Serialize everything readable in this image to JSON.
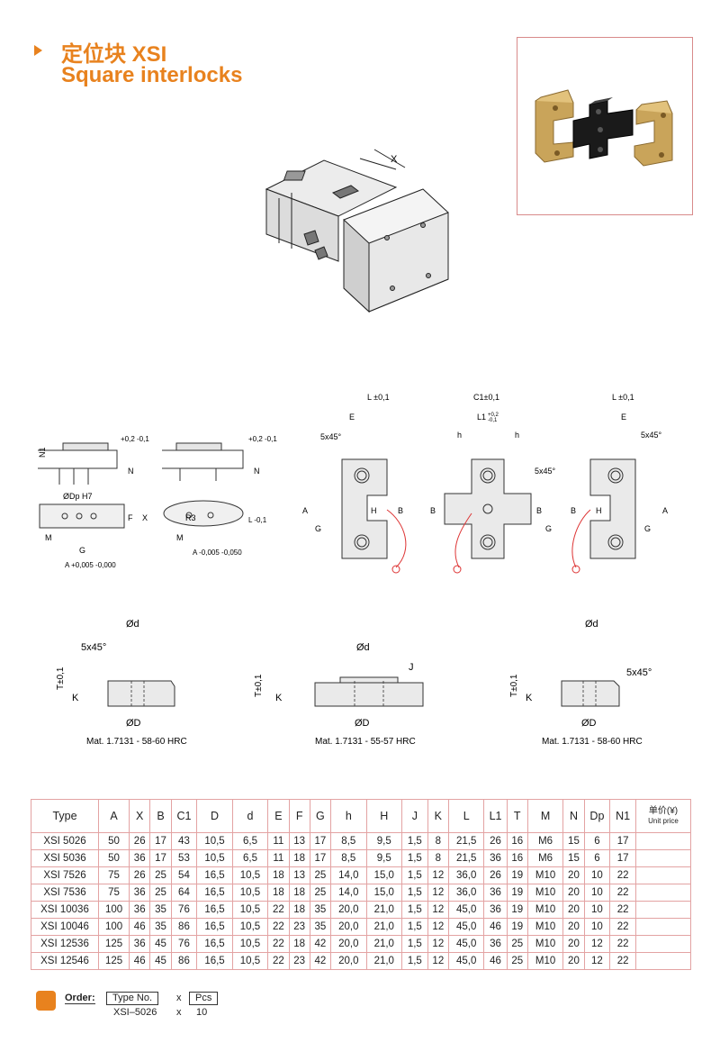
{
  "header": {
    "title_cn": "定位块 XSI",
    "title_en": "Square interlocks"
  },
  "drawing_labels": {
    "x_dim": "X",
    "l_tol": "L ±0,1",
    "e": "E",
    "chamfer": "5x45°",
    "c1_tol": "C1±0,1",
    "l1_tol": "L1",
    "l1_sup": "+0,2",
    "l1_sub": "-0,1",
    "h": "h",
    "a_tol": "A",
    "g": "G",
    "b": "B",
    "hh": "H",
    "n1": "N1",
    "t": "T",
    "n": "N",
    "t_tol": "+0,2 -0,1",
    "dp": "ØDp H7",
    "m": "M",
    "a005": "A +0,005 -0,000",
    "f": "F",
    "r3": "R3",
    "a_tol2": "A -0,005 -0,050",
    "l_tol2": "L -0,1",
    "od": "Ød",
    "oD": "ØD",
    "k": "K",
    "j": "J",
    "t01": "T±0,1",
    "mat1": "Mat. 1.7131 - 58-60 HRC",
    "mat2": "Mat. 1.7131 - 55-57 HRC",
    "mat3": "Mat. 1.7131 - 58-60 HRC"
  },
  "table": {
    "headers": [
      "Type",
      "A",
      "X",
      "B",
      "C1",
      "D",
      "d",
      "E",
      "F",
      "G",
      "h",
      "H",
      "J",
      "K",
      "L",
      "L1",
      "T",
      "M",
      "N",
      "Dp",
      "N1"
    ],
    "price_cn": "单价(¥)",
    "price_en": "Unit price",
    "rows": [
      [
        "XSI 5026",
        "50",
        "26",
        "17",
        "43",
        "10,5",
        "6,5",
        "11",
        "13",
        "17",
        "8,5",
        "9,5",
        "1,5",
        "8",
        "21,5",
        "26",
        "16",
        "M6",
        "15",
        "6",
        "17"
      ],
      [
        "XSI 5036",
        "50",
        "36",
        "17",
        "53",
        "10,5",
        "6,5",
        "11",
        "18",
        "17",
        "8,5",
        "9,5",
        "1,5",
        "8",
        "21,5",
        "36",
        "16",
        "M6",
        "15",
        "6",
        "17"
      ],
      [
        "XSI 7526",
        "75",
        "26",
        "25",
        "54",
        "16,5",
        "10,5",
        "18",
        "13",
        "25",
        "14,0",
        "15,0",
        "1,5",
        "12",
        "36,0",
        "26",
        "19",
        "M10",
        "20",
        "10",
        "22"
      ],
      [
        "XSI 7536",
        "75",
        "36",
        "25",
        "64",
        "16,5",
        "10,5",
        "18",
        "18",
        "25",
        "14,0",
        "15,0",
        "1,5",
        "12",
        "36,0",
        "36",
        "19",
        "M10",
        "20",
        "10",
        "22"
      ],
      [
        "XSI 10036",
        "100",
        "36",
        "35",
        "76",
        "16,5",
        "10,5",
        "22",
        "18",
        "35",
        "20,0",
        "21,0",
        "1,5",
        "12",
        "45,0",
        "36",
        "19",
        "M10",
        "20",
        "10",
        "22"
      ],
      [
        "XSI 10046",
        "100",
        "46",
        "35",
        "86",
        "16,5",
        "10,5",
        "22",
        "23",
        "35",
        "20,0",
        "21,0",
        "1,5",
        "12",
        "45,0",
        "46",
        "19",
        "M10",
        "20",
        "10",
        "22"
      ],
      [
        "XSI 12536",
        "125",
        "36",
        "45",
        "76",
        "16,5",
        "10,5",
        "22",
        "18",
        "42",
        "20,0",
        "21,0",
        "1,5",
        "12",
        "45,0",
        "36",
        "25",
        "M10",
        "20",
        "12",
        "22"
      ],
      [
        "XSI 12546",
        "125",
        "46",
        "45",
        "86",
        "16,5",
        "10,5",
        "22",
        "23",
        "42",
        "20,0",
        "21,0",
        "1,5",
        "12",
        "45,0",
        "46",
        "25",
        "M10",
        "20",
        "12",
        "22"
      ]
    ]
  },
  "order": {
    "label": "Order:",
    "type_box": "Type No.",
    "x1": "x",
    "pcs_box": "Pcs",
    "example_type": "XSI–5026",
    "x2": "x",
    "example_qty": "10"
  },
  "colors": {
    "accent": "#e8821e",
    "table_border": "#e3a3a3",
    "gold": "#c9a45a"
  }
}
